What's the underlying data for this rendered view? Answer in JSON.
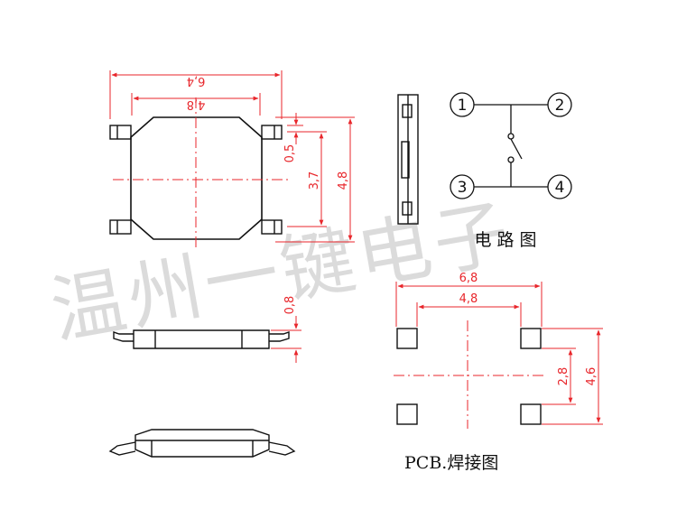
{
  "watermark": "温州一键电子",
  "top_view": {
    "width_dim": "6,4",
    "inner_width_dim": "4,8",
    "dim_05": "0,5",
    "dim_37": "3,7",
    "dim_48": "4,8"
  },
  "side_view": {
    "height_dim": "0,8"
  },
  "circuit": {
    "pins": [
      "1",
      "2",
      "3",
      "4"
    ],
    "caption": "电 路 图"
  },
  "pcb": {
    "dim_68": "6,8",
    "dim_48": "4,8",
    "dim_28": "2,8",
    "dim_46": "4,6",
    "caption": "PCB.焊接图"
  },
  "colors": {
    "dimension": "#e8262b",
    "outline": "#111111",
    "watermark": "#bfbfbf"
  }
}
